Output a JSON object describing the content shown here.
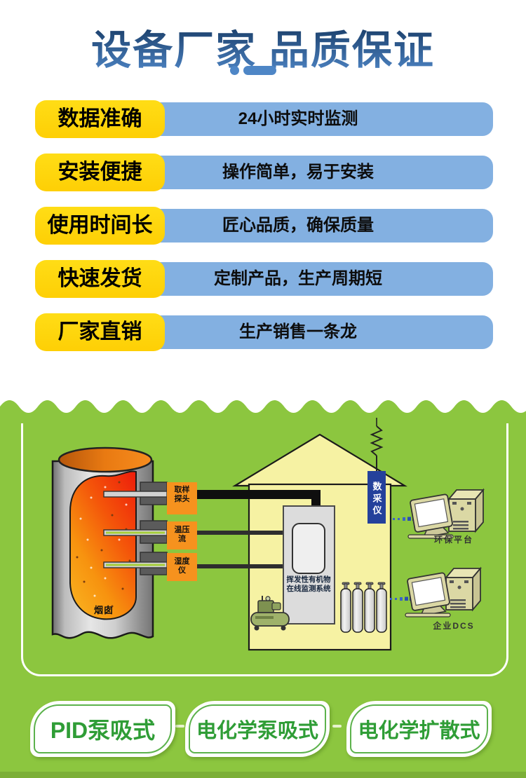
{
  "header": {
    "title": "设备厂家 品质保证"
  },
  "features": {
    "items": [
      {
        "label": "数据准确",
        "desc": "24小时实时监测"
      },
      {
        "label": "安装便捷",
        "desc": "操作简单，易于安装"
      },
      {
        "label": "使用时间长",
        "desc": "匠心品质，确保质量"
      },
      {
        "label": "快速发货",
        "desc": "定制产品，生产周期短"
      },
      {
        "label": "厂家直销",
        "desc": "生产销售一条龙"
      }
    ]
  },
  "diagram": {
    "chimney_label": "烟囱",
    "probe_boxes": [
      {
        "line1": "取样",
        "line2": "探头"
      },
      {
        "line1": "温压",
        "line2": "流"
      },
      {
        "line1": "湿度",
        "line2": "仪"
      }
    ],
    "cabinet_label": {
      "line1": "挥发性有机物",
      "line2": "在线监测系统"
    },
    "banner_label": "数采仪",
    "platform_label": "环保平台",
    "dcs_label": "企业DCS"
  },
  "products": {
    "buttons": [
      {
        "label": "PID泵吸式"
      },
      {
        "label": "电化学泵吸式"
      },
      {
        "label": "电化学扩散式"
      }
    ]
  },
  "colors": {
    "green_bg": "#8cc63f",
    "title_blue_top": "#14365f",
    "title_blue_bottom": "#4d84c4",
    "underline_blue": "#4e86c6",
    "label_yellow": "#fed712",
    "bar_blue": "#83b0e1",
    "pill_text_green": "#2f9d36",
    "banner_blue": "#24419b",
    "probe_box_orange": "#f6921e",
    "house_yellow": "#f6f2a3"
  }
}
